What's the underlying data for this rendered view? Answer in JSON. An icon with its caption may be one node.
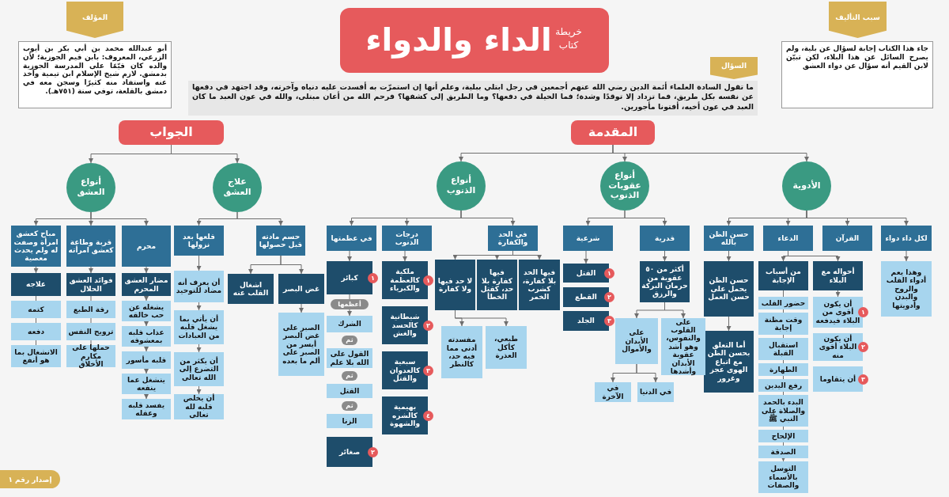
{
  "diagram": {
    "title": "الداء والدواء",
    "nodes": [
      {
        "text": [
          "المؤلف",
          "أبو عبدالله محمد بن أبي بكر بن أيوب الزرعي، المعروف: بابن قيم الجوزية؛ لأن والده كان قيّمًا على المدرسة الجوزية بدمشق. لازم شيخ الإسلام ابن تيمية وأخذ عنه واستفاد منه كثيرًا وسجن معه في دمشق بالقلعة، توفي سنة (٧٥١هـ)."
        ]
      },
      {
        "text": [
          "سبب التأليف",
          "جاء هذا الكتاب إجابة لسؤال عن بلية، ولم يصرح السائل عن هذا البلاء، لكن تبيّن لابن القيم أنه سؤال عن دواء العشق"
        ]
      },
      {
        "text": [
          "السؤال",
          "ما تقول السادة العلماء أئمة الدين رضي الله عنهم أجمعين في رجل ابتلي ببلية، وعلم أنها إن استمرّت به أفسدت عليه دنياه وآخرته، وقد اجتهد في دفعها عن نفسه بكل طريق، فما تزداد إلا توقدًا وشدة؛ فما الحيلة في دفعها؟ وما الطريق إلى كشفها؟ فرحم الله من أعان مبتلى، والله في عون العبد ما كان العبد في عون أخيه، أفتونا مأجورين."
        ]
      },
      {
        "text": [
          "المقدمة"
        ]
      },
      {
        "text": [
          "الجواب"
        ]
      },
      {
        "text": [
          "الأدوية"
        ]
      },
      {
        "text": [
          "أنواع عقوبات الذنوب"
        ]
      },
      {
        "text": [
          "أنواع الذنوب"
        ]
      },
      {
        "text": [
          "علاج العشق"
        ]
      },
      {
        "text": [
          "أنواع العشق"
        ]
      },
      {
        "text": [
          "لكل داء دواء"
        ]
      },
      {
        "text": [
          "القرآن"
        ]
      },
      {
        "text": [
          "الدعاء"
        ]
      },
      {
        "text": [
          "حسن الظن بالله"
        ]
      },
      {
        "text": [
          "قدرية"
        ]
      },
      {
        "text": [
          "شرعية"
        ]
      },
      {
        "text": [
          "في الحد والكفارة"
        ]
      },
      {
        "text": [
          "درجات الذنوب"
        ]
      },
      {
        "text": [
          "في عظمتها"
        ]
      },
      {
        "text": [
          "حسم مادته قبل حصولها"
        ]
      },
      {
        "text": [
          "قلعها بعد نزولها"
        ]
      },
      {
        "text": [
          "محرم"
        ]
      },
      {
        "text": [
          "قربة وطاعة كعشق امرأته"
        ]
      },
      {
        "text": [
          "مباح كعشق امرأة وصفت له ولم يحدث معصية"
        ]
      },
      {
        "text": [
          "وهذا يعم أدواء القلب والروح والبدن وأدويتها"
        ]
      },
      {
        "text": [
          "أحواله مع البلاء"
        ]
      },
      {
        "text": [
          "من أسباب الإجابة"
        ]
      },
      {
        "text": [
          "أن يكون أقوى من البلاء فيدفعه"
        ],
        "beside": [
          "١"
        ]
      },
      {
        "text": [
          "أن يكون البلاء أقوى منه"
        ],
        "beside": [
          "٢"
        ]
      },
      {
        "text": [
          "أن يتقاوما"
        ],
        "beside": [
          "٣"
        ]
      },
      {
        "text": [
          "حضور القلب"
        ]
      },
      {
        "text": [
          "وقت مظنة إجابة"
        ]
      },
      {
        "text": [
          "استقبال القبلة"
        ]
      },
      {
        "text": [
          "الطهارة"
        ]
      },
      {
        "text": [
          "رفع اليدين"
        ]
      },
      {
        "text": [
          "البدء بالحمد والصلاة على النبي ﷺ"
        ]
      },
      {
        "text": [
          "الإلحاح"
        ]
      },
      {
        "text": [
          "الصدقة"
        ]
      },
      {
        "text": [
          "التوسل بالأسماء والصفات"
        ]
      },
      {
        "text": [
          "حسن الظن يحمل على حسن العمل"
        ]
      },
      {
        "text": [
          "أما التعلق بحسن الظن مع اتباع الهوى عجز وغرور"
        ]
      },
      {
        "text": [
          "أكثر من ٥٠ عقوبة من حرمان البركة والرزق"
        ]
      },
      {
        "text": [
          "على القلوب والنفوس، وهو أشد عقوبة الأبدان وأشدها"
        ]
      },
      {
        "text": [
          "على الأبدان والأموال"
        ]
      },
      {
        "text": [
          "في الدنيا"
        ]
      },
      {
        "text": [
          "في الآخرة"
        ]
      },
      {
        "text": [
          "القتل"
        ],
        "beside": [
          "١"
        ]
      },
      {
        "text": [
          "القطع"
        ],
        "beside": [
          "٢"
        ]
      },
      {
        "text": [
          "الجلد"
        ],
        "beside": [
          "٣"
        ]
      },
      {
        "text": [
          "فيها الحد بلا كفارة، كشرب الخمر"
        ]
      },
      {
        "text": [
          "فيها كفارة بلا حد، كقتل الخطأ"
        ]
      },
      {
        "text": [
          "لا حد فيها ولا كفارة"
        ]
      },
      {
        "text": [
          "طبعي، كأكل العذرة"
        ]
      },
      {
        "text": [
          "مفسدته أدنى مما فيه حد، كالنظر"
        ]
      },
      {
        "text": [
          "ملكية كالعظمة والكبرياء"
        ],
        "beside": [
          "١"
        ]
      },
      {
        "text": [
          "شيطانية كالحسد والغش"
        ],
        "beside": [
          "٢"
        ]
      },
      {
        "text": [
          "سبعية كالعدوان والقتل"
        ],
        "beside": [
          "٣"
        ]
      },
      {
        "text": [
          "بهيمية كالشره والشهوة"
        ],
        "beside": [
          "٤"
        ]
      },
      {
        "text": [
          "كبائر"
        ],
        "beside": [
          "١"
        ]
      },
      {
        "text": [
          "أعظمها"
        ]
      },
      {
        "text": [
          "الشرك"
        ]
      },
      {
        "text": [
          "ثم"
        ]
      },
      {
        "text": [
          "القول على الله بلا علم"
        ]
      },
      {
        "text": [
          "ثم"
        ]
      },
      {
        "text": [
          "القتل"
        ]
      },
      {
        "text": [
          "ثم"
        ]
      },
      {
        "text": [
          "الزنا"
        ]
      },
      {
        "text": [
          "صغائر"
        ],
        "beside": [
          "٢"
        ]
      },
      {
        "text": [
          "غض البصر"
        ]
      },
      {
        "text": [
          "اشغال القلب عنه"
        ]
      },
      {
        "text": [
          "الصبر على غض البصر أيسر من الصبر على ألم ما بعده"
        ]
      },
      {
        "text": [
          "أن يعرف أنه مضاد للتوحيد"
        ]
      },
      {
        "text": [
          "أن يأتي بما يشغل قلبه من العبادات"
        ]
      },
      {
        "text": [
          "أن يكثر من التضرع إلى الله تعالى"
        ]
      },
      {
        "text": [
          "أن يخلص قلبه لله تعالى"
        ]
      },
      {
        "text": [
          "مضار العشق المحرم"
        ]
      },
      {
        "text": [
          "يشغله عن حب خالقه"
        ]
      },
      {
        "text": [
          "عذاب قلبه بمعشوقه"
        ]
      },
      {
        "text": [
          "قلبه مأسور"
        ]
      },
      {
        "text": [
          "ينشغل عما ينفعه"
        ]
      },
      {
        "text": [
          "يفسد قلبه وعقله"
        ]
      },
      {
        "text": [
          "فوائد العشق الحلال"
        ]
      },
      {
        "text": [
          "رقة الطبع"
        ]
      },
      {
        "text": [
          "ترويح النفس"
        ]
      },
      {
        "text": [
          "حملها على مكارم الأخلاق"
        ]
      },
      {
        "text": [
          "علاجه"
        ]
      },
      {
        "text": [
          "كتمه"
        ]
      },
      {
        "text": [
          "دفعه"
        ]
      },
      {
        "text": [
          "الانشغال بما هو أنفع"
        ]
      }
    ],
    "edges": [
      {
        "from": 3,
        "to": 5,
        "arrow": "to"
      },
      {
        "from": 3,
        "to": 6,
        "arrow": "to"
      },
      {
        "from": 3,
        "to": 7,
        "arrow": "to"
      },
      {
        "from": 4,
        "to": 8,
        "arrow": "to"
      },
      {
        "from": 4,
        "to": 9,
        "arrow": "to"
      },
      {
        "from": 5,
        "to": 10,
        "arrow": "to"
      },
      {
        "from": 5,
        "to": 11,
        "arrow": "to"
      },
      {
        "from": 5,
        "to": 12,
        "arrow": "to"
      },
      {
        "from": 5,
        "to": 13,
        "arrow": "to"
      },
      {
        "from": 6,
        "to": 14,
        "arrow": "to"
      },
      {
        "from": 6,
        "to": 15,
        "arrow": "to"
      },
      {
        "from": 7,
        "to": 16,
        "arrow": "to"
      },
      {
        "from": 7,
        "to": 17,
        "arrow": "to"
      },
      {
        "from": 7,
        "to": 18,
        "arrow": "to"
      },
      {
        "from": 8,
        "to": 19,
        "arrow": "to"
      },
      {
        "from": 8,
        "to": 20,
        "arrow": "to"
      },
      {
        "from": 9,
        "to": 21,
        "arrow": "to"
      },
      {
        "from": 9,
        "to": 22,
        "arrow": "to"
      },
      {
        "from": 9,
        "to": 23,
        "arrow": "to"
      },
      {
        "from": 10,
        "to": 24,
        "arrow": "to"
      },
      {
        "from": 12,
        "to": 25,
        "arrow": "to"
      },
      {
        "from": 12,
        "to": 26,
        "arrow": "to"
      },
      {
        "from": 25,
        "to": 27,
        "arrow": "to"
      },
      {
        "from": 26,
        "to": 30,
        "arrow": "none"
      },
      {
        "from": 30,
        "to": 31,
        "arrow": "none"
      },
      {
        "from": 31,
        "to": 32,
        "arrow": "none"
      },
      {
        "from": 32,
        "to": 33,
        "arrow": "none"
      },
      {
        "from": 33,
        "to": 34,
        "arrow": "none"
      },
      {
        "from": 34,
        "to": 35,
        "arrow": "none"
      },
      {
        "from": 35,
        "to": 36,
        "arrow": "none"
      },
      {
        "from": 36,
        "to": 37,
        "arrow": "none"
      },
      {
        "from": 37,
        "to": 38,
        "arrow": "to"
      },
      {
        "from": 13,
        "to": 39,
        "arrow": "to"
      },
      {
        "from": 39,
        "to": 40,
        "arrow": "to"
      },
      {
        "from": 14,
        "to": 41,
        "arrow": "to"
      },
      {
        "from": 41,
        "to": 42,
        "arrow": "to"
      },
      {
        "from": 41,
        "to": 43,
        "arrow": "to"
      },
      {
        "from": 43,
        "to": 44,
        "arrow": "to"
      },
      {
        "from": 43,
        "to": 45,
        "arrow": "to"
      },
      {
        "from": 15,
        "to": 46,
        "arrow": "to"
      },
      {
        "from": 16,
        "to": 49,
        "arrow": "to"
      },
      {
        "from": 16,
        "to": 50,
        "arrow": "to"
      },
      {
        "from": 16,
        "to": 51,
        "arrow": "to"
      },
      {
        "from": 51,
        "to": 52,
        "arrow": "to"
      },
      {
        "from": 51,
        "to": 53,
        "arrow": "to"
      },
      {
        "from": 17,
        "to": 54,
        "arrow": "to"
      },
      {
        "from": 18,
        "to": 58,
        "arrow": "to"
      },
      {
        "from": 58,
        "to": 59,
        "arrow": "none"
      },
      {
        "from": 59,
        "to": 60,
        "arrow": "to"
      },
      {
        "from": 19,
        "to": 68,
        "arrow": "to"
      },
      {
        "from": 19,
        "to": 69,
        "arrow": "to"
      },
      {
        "from": 68,
        "to": 70,
        "arrow": "to"
      },
      {
        "from": 20,
        "to": 71,
        "arrow": "to"
      },
      {
        "from": 71,
        "to": 72,
        "arrow": "to"
      },
      {
        "from": 72,
        "to": 73,
        "arrow": "to"
      },
      {
        "from": 73,
        "to": 74,
        "arrow": "to"
      },
      {
        "from": 21,
        "to": 75,
        "arrow": "to"
      },
      {
        "from": 75,
        "to": 76,
        "arrow": "to"
      },
      {
        "from": 76,
        "to": 77,
        "arrow": "to"
      },
      {
        "from": 77,
        "to": 78,
        "arrow": "to"
      },
      {
        "from": 78,
        "to": 79,
        "arrow": "to"
      },
      {
        "from": 79,
        "to": 80,
        "arrow": "to"
      },
      {
        "from": 22,
        "to": 81,
        "arrow": "to"
      },
      {
        "from": 81,
        "to": 82,
        "arrow": "none"
      },
      {
        "from": 82,
        "to": 83,
        "arrow": "none"
      },
      {
        "from": 83,
        "to": 84,
        "arrow": "none"
      },
      {
        "from": 23,
        "to": 85,
        "arrow": "to"
      },
      {
        "from": 85,
        "to": 86,
        "arrow": "none"
      },
      {
        "from": 86,
        "to": 87,
        "arrow": "none"
      },
      {
        "from": 87,
        "to": 88,
        "arrow": "none"
      }
    ],
    "labels": [
      "خريطة كتاب",
      "إصدار رقم ١"
    ]
  }
}
